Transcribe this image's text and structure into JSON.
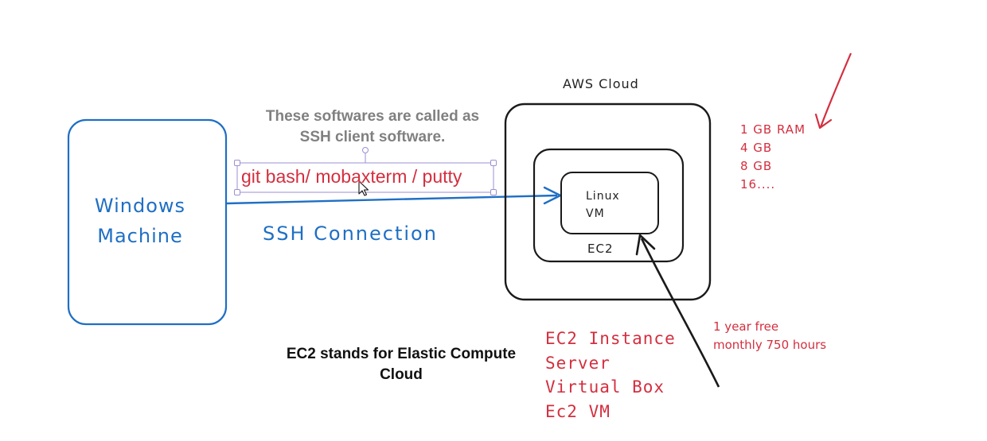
{
  "diagram": {
    "windows_machine": {
      "line1": "Windows",
      "line2": "Machine"
    },
    "ssh_connection_label": "SSH Connection",
    "ssh_note": {
      "line1": "These softwares are called as",
      "line2": "SSH client software."
    },
    "ssh_clients_text": "git bash/ mobaxterm / putty",
    "aws_cloud_label": "AWS Cloud",
    "linux_vm": {
      "line1": "Linux",
      "line2": "VM"
    },
    "ec2_label": "EC2",
    "ram_options": [
      "1 GB RAM",
      "4 GB",
      "8 GB",
      "16...."
    ],
    "free_tier": [
      "1 year free",
      "monthly 750 hours"
    ],
    "ec2_aliases": [
      "EC2 Instance",
      "Server",
      "Virtual Box",
      "Ec2 VM"
    ],
    "ec2_definition": {
      "line1": "EC2 stands for Elastic Compute",
      "line2": "Cloud"
    },
    "colors": {
      "blue": "#1f6fc4",
      "red": "#d32f3f",
      "black": "#1a1a1a",
      "gray_note": "#808080",
      "selection": "#9b8fd4"
    }
  }
}
